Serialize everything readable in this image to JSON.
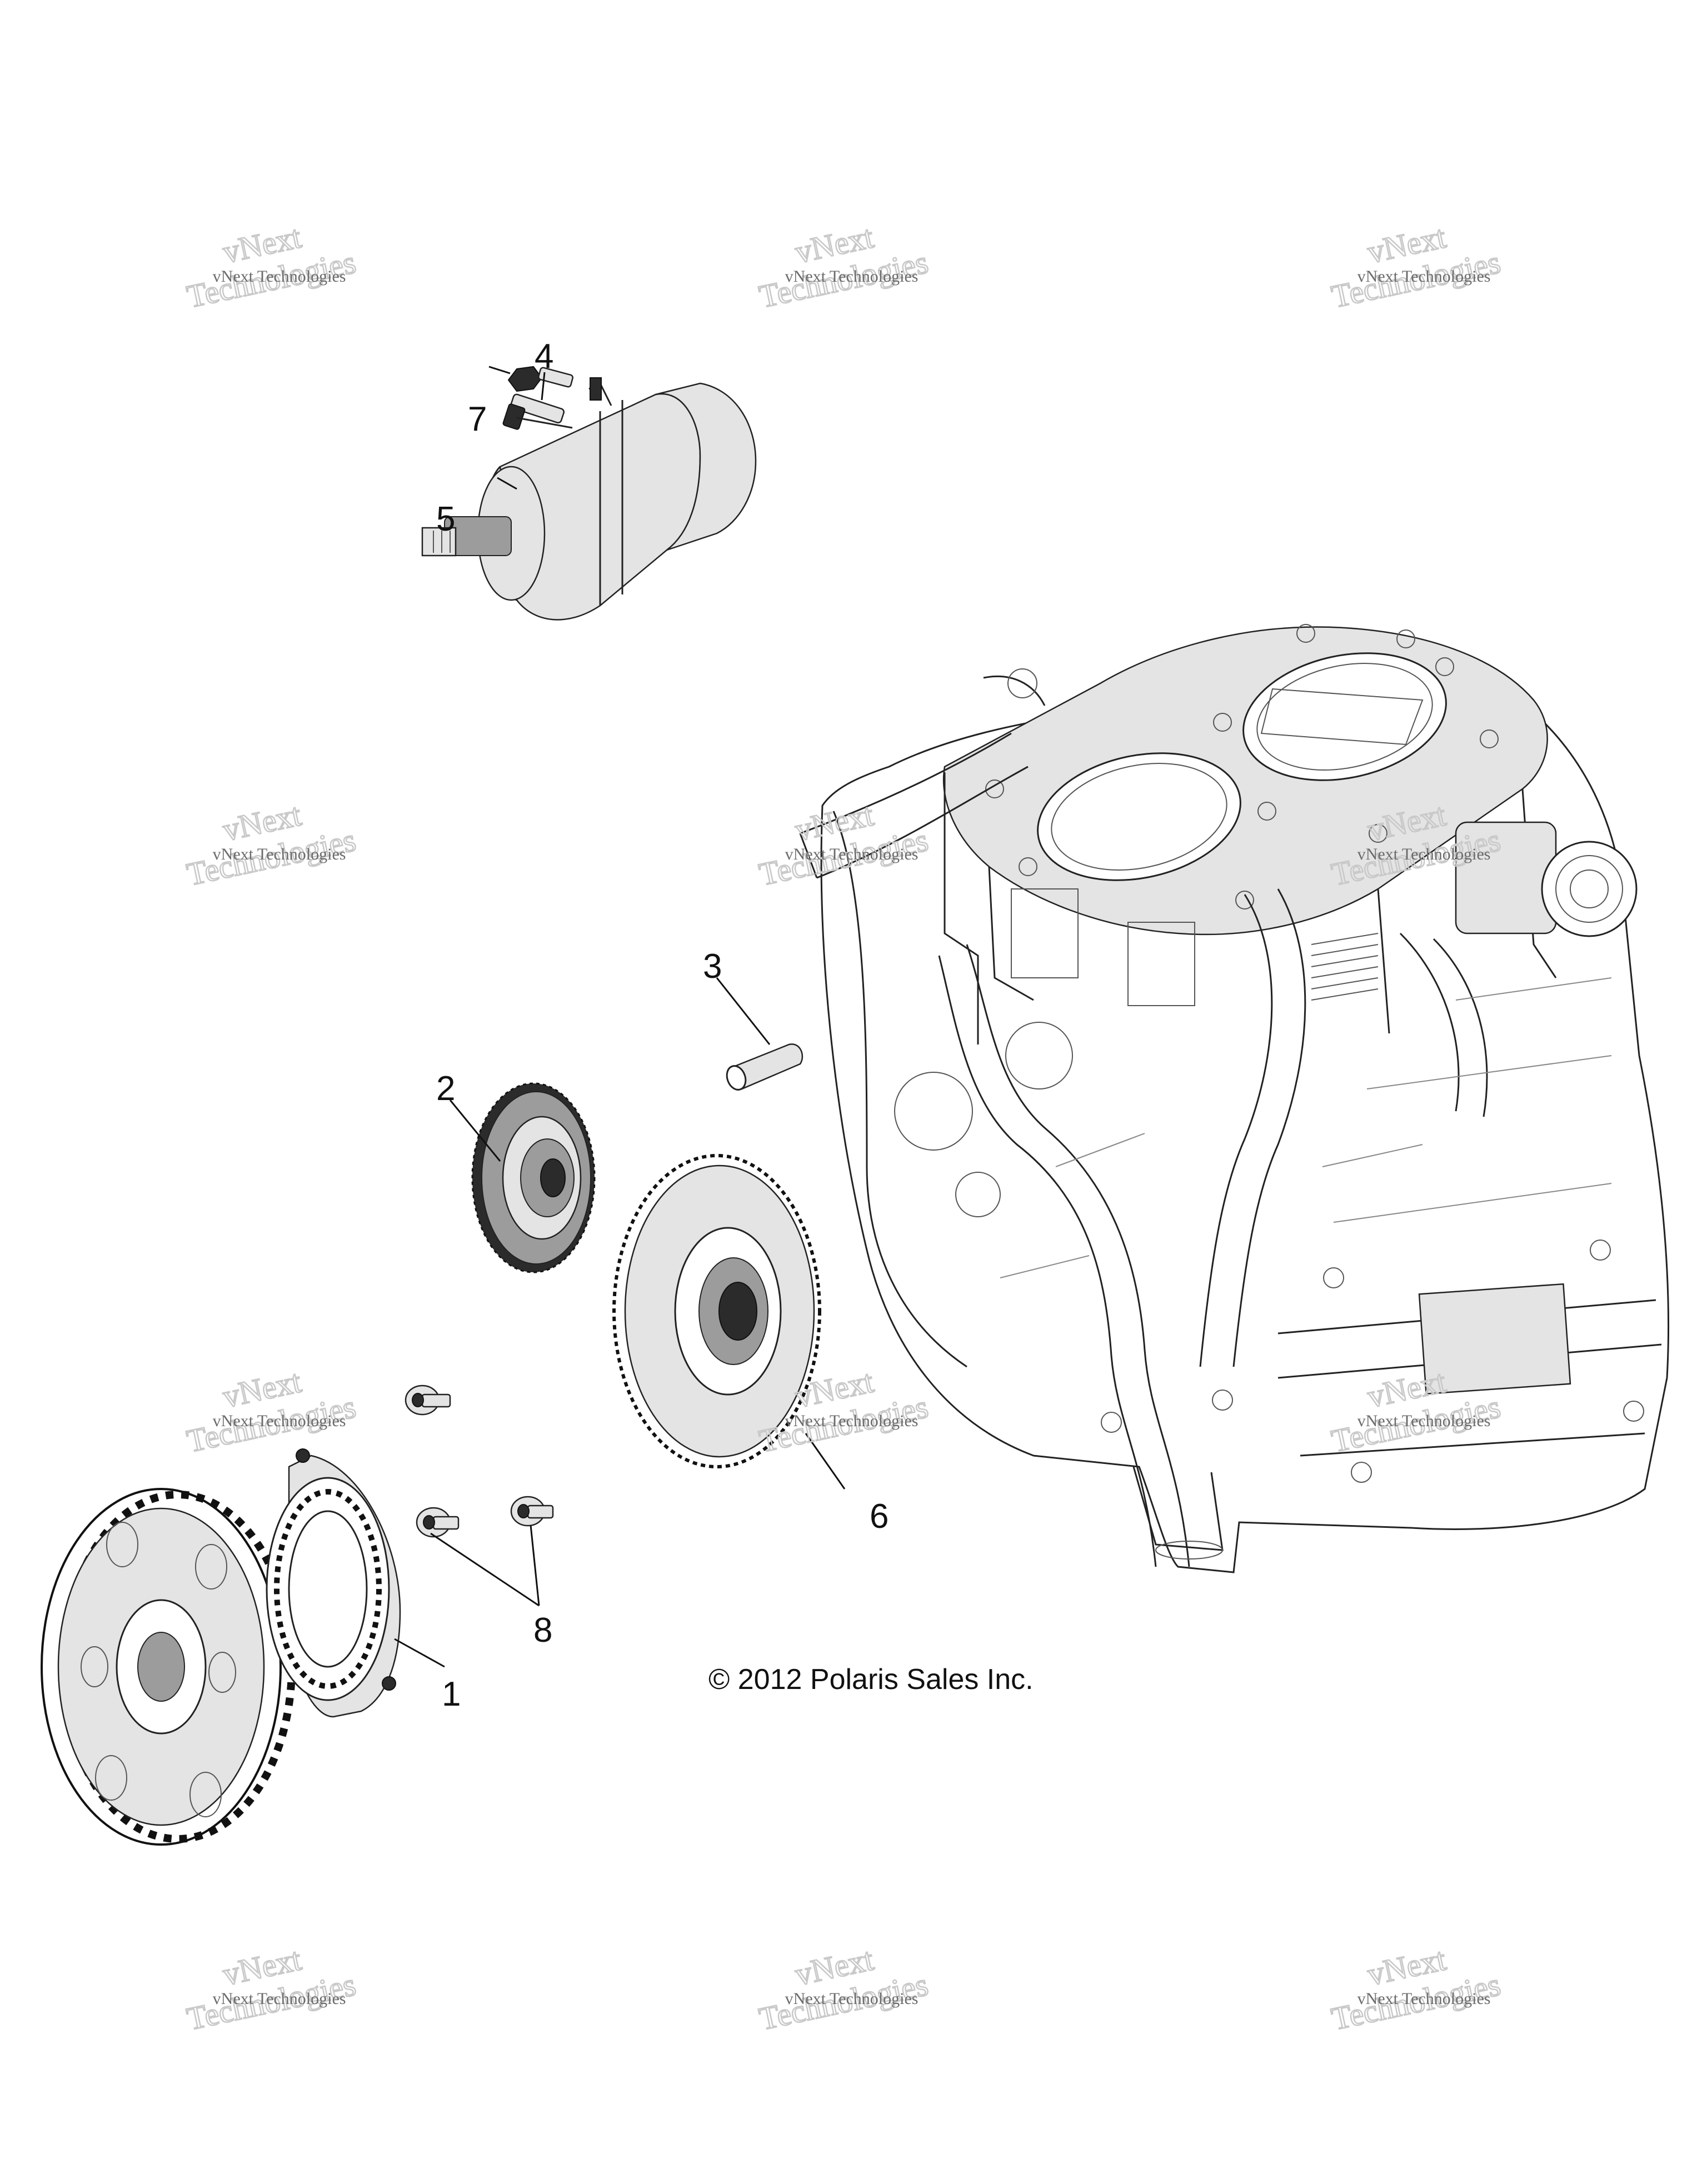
{
  "watermarks": [
    {
      "id": "wm1",
      "line1": "vNext",
      "line2": "Technologies",
      "caption": "vNext Technologies"
    },
    {
      "id": "wm2",
      "line1": "vNext",
      "line2": "Technologies",
      "caption": "vNext Technologies"
    },
    {
      "id": "wm3",
      "line1": "vNext",
      "line2": "Technologies",
      "caption": "vNext Technologies"
    },
    {
      "id": "wm4",
      "line1": "vNext",
      "line2": "Technologies",
      "caption": "vNext Technologies"
    },
    {
      "id": "wm5",
      "line1": "vNext",
      "line2": "Technologies",
      "caption": "vNext Technologies"
    },
    {
      "id": "wm6",
      "line1": "vNext",
      "line2": "Technologies",
      "caption": "vNext Technologies"
    },
    {
      "id": "wm7",
      "line1": "vNext",
      "line2": "Technologies",
      "caption": "vNext Technologies"
    },
    {
      "id": "wm8",
      "line1": "vNext",
      "line2": "Technologies",
      "caption": "vNext Technologies"
    },
    {
      "id": "wm9",
      "line1": "vNext",
      "line2": "Technologies",
      "caption": "vNext Technologies"
    },
    {
      "id": "wm10",
      "line1": "vNext",
      "line2": "Technologies",
      "caption": "vNext Technologies"
    },
    {
      "id": "wm11",
      "line1": "vNext",
      "line2": "Technologies",
      "caption": "vNext Technologies"
    },
    {
      "id": "wm12",
      "line1": "vNext",
      "line2": "Technologies",
      "caption": "vNext Technologies"
    }
  ],
  "callouts": [
    {
      "n": "1",
      "part": "flywheel-stator-assembly"
    },
    {
      "n": "2",
      "part": "idler-gear"
    },
    {
      "n": "3",
      "part": "dowel-pin"
    },
    {
      "n": "4",
      "part": "starter-bolt"
    },
    {
      "n": "5",
      "part": "starter-motor"
    },
    {
      "n": "6",
      "part": "starter-drive-gear"
    },
    {
      "n": "7",
      "part": "starter-nut"
    },
    {
      "n": "8",
      "part": "stator-screws"
    }
  ],
  "copyright": "© 2012 Polaris Sales Inc."
}
